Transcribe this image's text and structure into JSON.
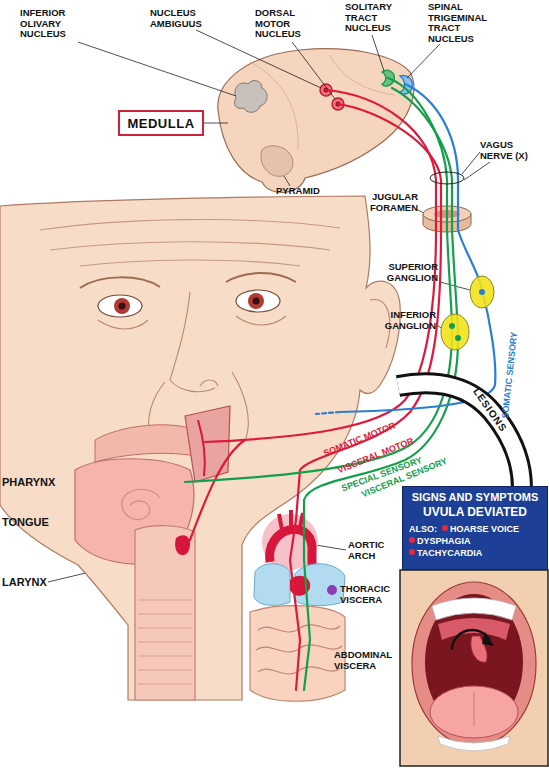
{
  "diagram": {
    "nodes": [
      {
        "text": [
          "MEDULLA"
        ]
      },
      {
        "text": [
          "SIGNS AND SYMPTOMS",
          "UVULA DEVIATED",
          "ALSO:",
          "HOARSE VOICE",
          "DYSPHAGIA",
          "TACHYCARDIA"
        ]
      }
    ],
    "labels": [
      "INFERIOR OLIVARY NUCLEUS",
      "NUCLEUS AMBIGUUS",
      "DORSAL MOTOR NUCLEUS",
      "SOLITARY TRACT NUCLEUS",
      "SPINAL TRIGEMINAL TRACT NUCLEUS",
      "VAGUS NERVE (X)",
      "PYRAMID",
      "JUGULAR FORAMEN",
      "SUPERIOR GANGLION",
      "INFERIOR GANGLION",
      "SOMATIC SENSORY",
      "SOMATIC MOTOR",
      "VISCERAL MOTOR",
      "SPECIAL SENSORY",
      "VISCERAL SENSORY",
      "LESIONS",
      "PHARYNX",
      "TONGUE",
      "LARYNX",
      "AORTIC ARCH",
      "THORACIC VISCERA",
      "ABDOMINAL VISCERA"
    ]
  }
}
